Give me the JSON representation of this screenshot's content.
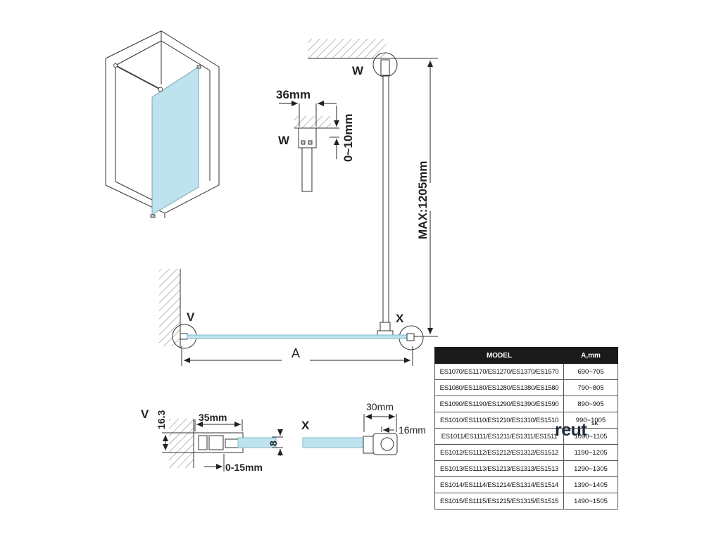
{
  "labels": {
    "w_top": "W",
    "w_detail": "W",
    "v_plan": "V",
    "x_plan": "X",
    "a_dim": "A",
    "max_height": "MAX:1205mm",
    "w_width": "36mm",
    "w_gap": "0~10mm",
    "v_detail": "V",
    "x_detail": "X",
    "v_height": "16.3",
    "v_width": "35mm",
    "v_adjust": "0-15mm",
    "glass": "8",
    "x_width": "30mm",
    "x_height": "16mm"
  },
  "table": {
    "header_model": "MODEL",
    "header_a": "A,mm",
    "rows": [
      {
        "models": "ES1070/ES1170/ES1270/ES1370/ES1570",
        "a": "690~705"
      },
      {
        "models": "ES1080/ES1180/ES1280/ES1380/ES1580",
        "a": "790~805"
      },
      {
        "models": "ES1090/ES1190/ES1290/ES1390/ES1590",
        "a": "890~905"
      },
      {
        "models": "ES1010/ES1110/ES1210/ES1310/ES1510",
        "a": "990~1005"
      },
      {
        "models": "ES1011/ES1111/ES1211/ES1311/ES1511",
        "a": "1090~1105"
      },
      {
        "models": "ES1012/ES1112/ES1212/ES1312/ES1512",
        "a": "1190~1205"
      },
      {
        "models": "ES1013/ES1113/ES1213/ES1313/ES1513",
        "a": "1290~1305"
      },
      {
        "models": "ES1014/ES1114/ES1214/ES1314/ES1514",
        "a": "1390~1405"
      },
      {
        "models": "ES1015/ES1115/ES1215/ES1315/ES1515",
        "a": "1490~1505"
      }
    ]
  },
  "brand": {
    "name": "reut",
    "suffix": "SK"
  },
  "colors": {
    "glass": "#bfe3ee",
    "glass_stroke": "#7fb9cc",
    "line": "#333333",
    "table_header": "#1a1a1a"
  }
}
